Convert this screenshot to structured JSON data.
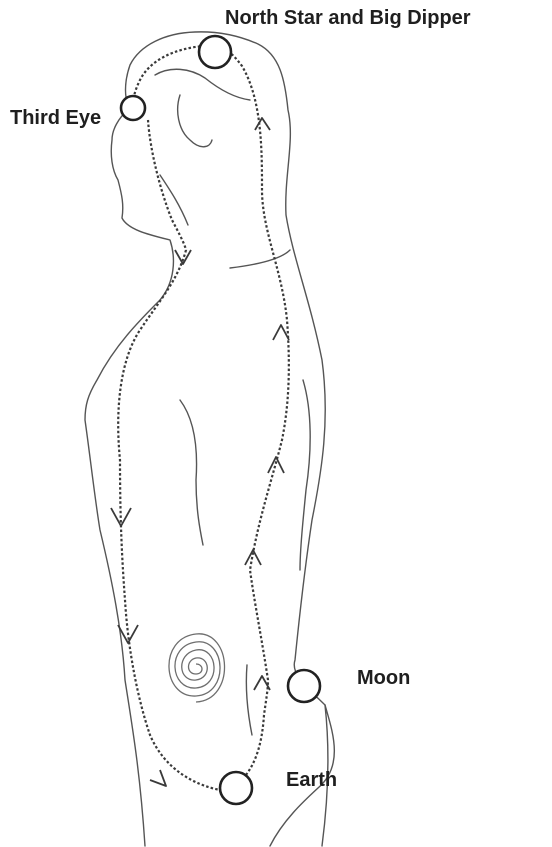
{
  "labels": {
    "north_star": "North Star and Big Dipper",
    "third_eye": "Third Eye",
    "moon": "Moon",
    "earth": "Earth"
  },
  "colors": {
    "outline": "#555555",
    "path": "#3a3a3a",
    "point": "#222222",
    "text": "#1f1f1f"
  },
  "points": [
    "North Star and Big Dipper",
    "Third Eye",
    "Moon",
    "Earth"
  ],
  "icons": [
    "body-outline",
    "energy-spiral-icon",
    "flow-arrow-icon",
    "energy-point-circle"
  ]
}
